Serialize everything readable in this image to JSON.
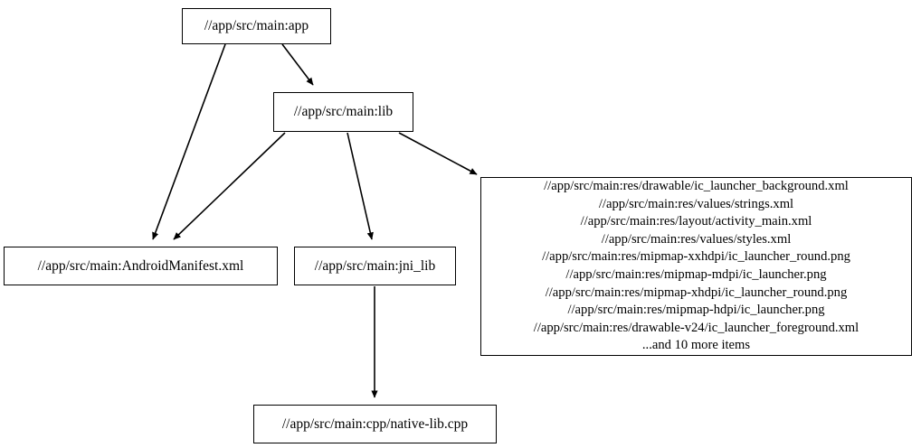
{
  "graph": {
    "type": "directed-dependency-graph",
    "background_color": "#ffffff",
    "node_border_color": "#000000",
    "edge_color": "#000000",
    "nodes": [
      {
        "id": "app",
        "label": "//app/src/main:app"
      },
      {
        "id": "lib",
        "label": "//app/src/main:lib"
      },
      {
        "id": "manifest",
        "label": "//app/src/main:AndroidManifest.xml"
      },
      {
        "id": "jni_lib",
        "label": "//app/src/main:jni_lib"
      },
      {
        "id": "res_group",
        "label": "//app/src/main:res/drawable/ic_launcher_background.xml\n//app/src/main:res/values/strings.xml\n//app/src/main:res/layout/activity_main.xml\n//app/src/main:res/values/styles.xml\n//app/src/main:res/mipmap-xxhdpi/ic_launcher_round.png\n//app/src/main:res/mipmap-mdpi/ic_launcher.png\n//app/src/main:res/mipmap-xhdpi/ic_launcher_round.png\n//app/src/main:res/mipmap-hdpi/ic_launcher.png\n//app/src/main:res/drawable-v24/ic_launcher_foreground.xml\n...and 10 more items",
        "lines": [
          "//app/src/main:res/drawable/ic_launcher_background.xml",
          "//app/src/main:res/values/strings.xml",
          "//app/src/main:res/layout/activity_main.xml",
          "//app/src/main:res/values/styles.xml",
          "//app/src/main:res/mipmap-xxhdpi/ic_launcher_round.png",
          "//app/src/main:res/mipmap-mdpi/ic_launcher.png",
          "//app/src/main:res/mipmap-xhdpi/ic_launcher_round.png",
          "//app/src/main:res/mipmap-hdpi/ic_launcher.png",
          "//app/src/main:res/drawable-v24/ic_launcher_foreground.xml",
          "...and 10 more items"
        ],
        "overflow_note": "...and 10 more items",
        "overflow_count": 10
      },
      {
        "id": "native_lib",
        "label": "//app/src/main:cpp/native-lib.cpp"
      }
    ],
    "edges": [
      {
        "from": "app",
        "to": "manifest"
      },
      {
        "from": "app",
        "to": "lib"
      },
      {
        "from": "lib",
        "to": "manifest"
      },
      {
        "from": "lib",
        "to": "jni_lib"
      },
      {
        "from": "lib",
        "to": "res_group"
      },
      {
        "from": "jni_lib",
        "to": "native_lib"
      }
    ]
  }
}
